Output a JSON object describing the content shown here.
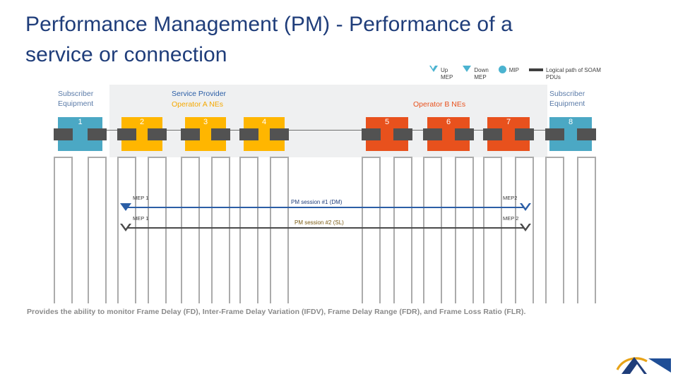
{
  "slide": {
    "title": "Performance Management (PM) - Performance of a service or connection",
    "caption": "Provides the ability to monitor Frame Delay (FD), Inter-Frame Delay Variation (IFDV), Frame Delay Range (FDR), and Frame Loss Ratio (FLR)."
  },
  "legend": {
    "items": [
      {
        "icon": "triangle-hollow-icon",
        "label": "Up\nMEP"
      },
      {
        "icon": "triangle-filled-icon",
        "label": "Down\nMEP"
      },
      {
        "icon": "circle-icon",
        "label": "MIP"
      },
      {
        "icon": "line-icon",
        "label": "Logical path of  SOAM\nPDUs"
      }
    ]
  },
  "diagram": {
    "group_labels": {
      "subscriber_left": "Subscriber\nEquipment",
      "subscriber_right": "Subscriber\nEquipment",
      "service_provider": "Service Provider",
      "operator_a": "Operator A NEs",
      "operator_b": "Operator B NEs"
    },
    "nodes": [
      {
        "id": "1",
        "label": "1",
        "type": "subscriber",
        "color": "#4BA8C4"
      },
      {
        "id": "2",
        "label": "2",
        "type": "operator-a",
        "color": "#FFB600"
      },
      {
        "id": "3",
        "label": "3",
        "type": "operator-a",
        "color": "#FFB600"
      },
      {
        "id": "4",
        "label": "4",
        "type": "operator-a",
        "color": "#FFB600"
      },
      {
        "id": "5",
        "label": "5",
        "type": "operator-b",
        "color": "#E8511D"
      },
      {
        "id": "6",
        "label": "6",
        "type": "operator-b",
        "color": "#E8511D"
      },
      {
        "id": "7",
        "label": "7",
        "type": "operator-b",
        "color": "#E8511D"
      },
      {
        "id": "8",
        "label": "8",
        "type": "subscriber",
        "color": "#4BA8C4"
      }
    ],
    "sessions": [
      {
        "id": "dm",
        "label": "PM session #1 (DM)",
        "left_endpoint_label": "MEP 1",
        "right_endpoint_label": "MEP2",
        "color": "#2B5EA6"
      },
      {
        "id": "sl",
        "label": "PM session #2 (SL)",
        "left_endpoint_label": "MEP 1",
        "right_endpoint_label": "MEP 2",
        "color": "#4A4A4A"
      }
    ]
  },
  "colors": {
    "title": "#1F3D7A",
    "subscriber": "#4BA8C4",
    "operator_a": "#FFB600",
    "operator_b": "#E8511D",
    "panel": "#EFF0F1",
    "port": "#525252",
    "bracket": "#ABABAB",
    "legend_accent": "#4BB3D0"
  }
}
